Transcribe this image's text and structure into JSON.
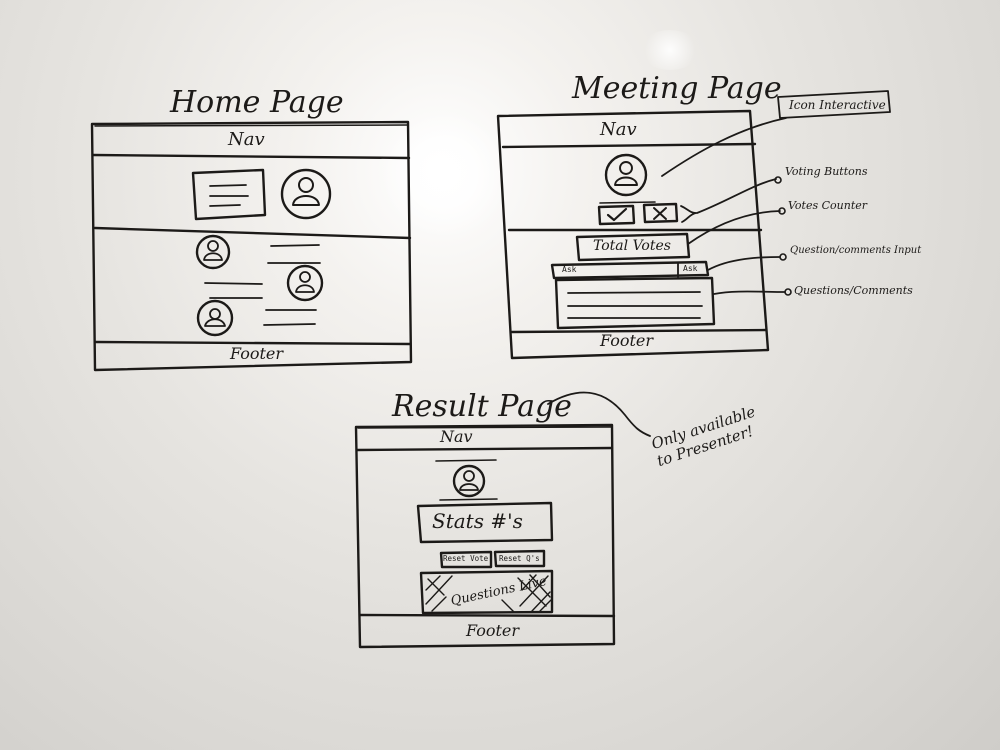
{
  "home_page": {
    "title": "Home Page",
    "nav": "Nav",
    "footer": "Footer"
  },
  "meeting_page": {
    "title": "Meeting Page",
    "nav": "Nav",
    "total_votes": "Total Votes",
    "ask_input": "Ask",
    "ask_button": "Ask",
    "footer": "Footer",
    "annotations": [
      "Icon Interactive",
      "Voting Buttons",
      "Votes Counter",
      "Question/comments Input",
      "Questions/Comments"
    ]
  },
  "result_page": {
    "title": "Result Page",
    "nav": "Nav",
    "stats": "Stats #'s",
    "reset_button": "Reset Vote",
    "reset_q_button": "Reset Q's",
    "questions_live": "Questions Live",
    "footer": "Footer",
    "annotation": "Only available to Presenter!"
  },
  "colors": {
    "ink": "#1c1a18",
    "board": "#e6e4e0"
  }
}
